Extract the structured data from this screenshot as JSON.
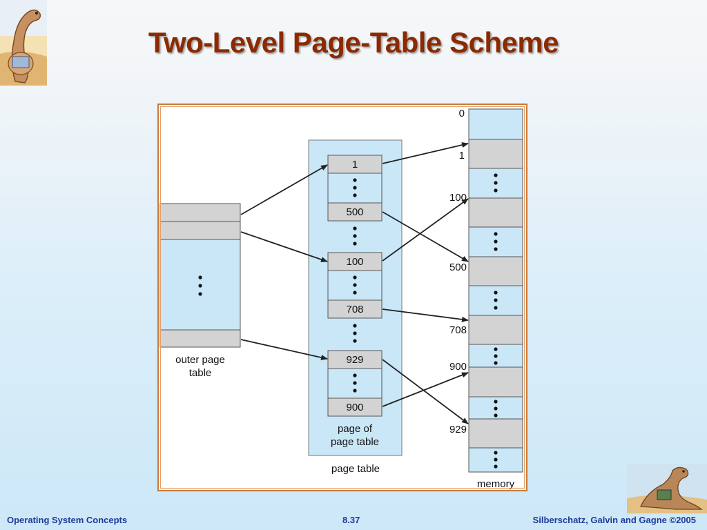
{
  "title": "Two-Level Page-Table Scheme",
  "diagram": {
    "outer_table_label_line1": "outer page",
    "outer_table_label_line2": "table",
    "page_of_page_table_line1": "page of",
    "page_of_page_table_line2": "page table",
    "page_table_label": "page table",
    "memory_label": "memory",
    "page_table_entries": [
      "1",
      "500",
      "100",
      "708",
      "929",
      "900"
    ],
    "memory_frame_labels": [
      "0",
      "1",
      "100",
      "500",
      "708",
      "900",
      "929"
    ]
  },
  "footer": {
    "left": "Operating System Concepts",
    "center": "8.37",
    "right": "Silberschatz, Galvin and Gagne ©2005"
  },
  "colors": {
    "title": "#8b2a00",
    "footer": "#1f3a9a",
    "frame_border": "#c97a3a",
    "light_blue_cell": "#c9e7f7",
    "gray_cell": "#d3d3d3"
  }
}
